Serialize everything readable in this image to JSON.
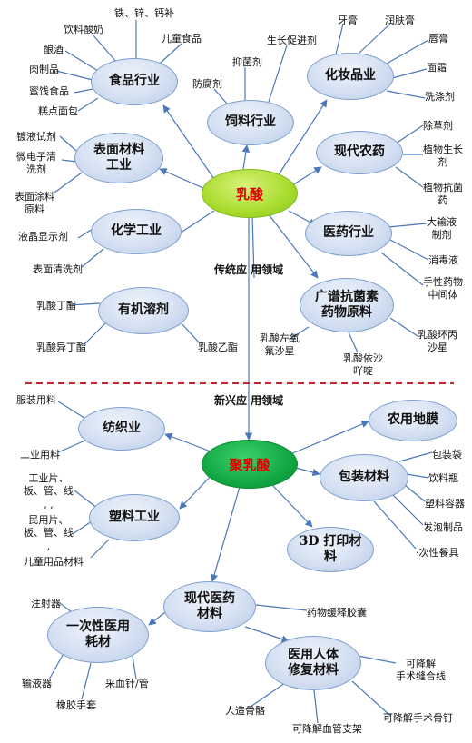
{
  "upper": {
    "hub": "乳酸",
    "section_label": "传统应  用领域",
    "nodes": {
      "food": "食品行业",
      "feed": "饲料行业",
      "cosmetic": "化妆品业",
      "surface": "表面材料\n工业",
      "agri": "现代农药",
      "chem": "化学工业",
      "pharma": "医药行业",
      "solvent": "有机溶剂",
      "antibac": "广谱抗菌素\n药物原料"
    },
    "leaves": {
      "fe": "铁、锌、钙补",
      "drink": "饮料酸奶",
      "kids": "儿童食品",
      "wine": "酿酒",
      "meat": "肉制品",
      "bean": "蜜饯食品",
      "cake": "糕点面包",
      "growth": "生长促进剂",
      "antimold": "抑菌剂",
      "preserv": "防腐剂",
      "tooth": "牙膏",
      "lotion": "润肤膏",
      "lip": "唇膏",
      "mask": "面霜",
      "wash": "洗涤剂",
      "plating": "镀液试剂",
      "micro": "微电子清\n洗剂",
      "coating": "表面涂料\n原料",
      "herbicide": "除草剂",
      "plantgrow": "植物生长\n剂",
      "plantanti": "植物抗菌\n药",
      "lcd": "液晶显示剂",
      "surfclean": "表面清洗剂",
      "infusion": "大输液\n制剂",
      "disinf": "消毒液",
      "handrug": "手性药物\n中间体",
      "ethyl": "乳酸丁酯",
      "isobutyl": "乳酸异丁酯",
      "ethylb": "乳酸乙酯",
      "ofloxacin": "乳酸左氧\n氟沙星",
      "ciprofl": "乳酸环丙\n沙星",
      "rivanol": "乳酸依沙\n吖啶"
    }
  },
  "lower": {
    "hub": "聚乳酸",
    "section_label": "新兴应  用领域",
    "nodes": {
      "textile": "纺织业",
      "agrifilm": "农用地膜",
      "packaging": "包装材料",
      "plastic": "塑料工业",
      "print3d": "3D 打印材料",
      "medical": "现代医药\n材料",
      "disposable": "一次性医用\n耗材",
      "implant": "医用人体\n修复材料"
    },
    "leaves": {
      "clothing": "服装用料",
      "industrial": "工业用料",
      "industrial_sheet": "工业片、\n板、管、线\n, ,",
      "civil_sheet": "民用片、\n板、管、线\n,",
      "kids_mat": "儿童用品材料",
      "bag": "包装袋",
      "drinkbox": "饮料瓶",
      "plasticbox": "塑料容器",
      "foam": "发泡制品",
      "onetime": "·次性餐具",
      "capsule": "药物缓释胶囊",
      "syringe": "注射器",
      "infuser": "输液器",
      "glove": "橡胶手套",
      "needle": "采血针/管",
      "suture": "可降解\n手术缝合线",
      "bone": "人造骨骼",
      "stent": "可降解血管支架",
      "nail": "可降解手术骨钉"
    }
  }
}
